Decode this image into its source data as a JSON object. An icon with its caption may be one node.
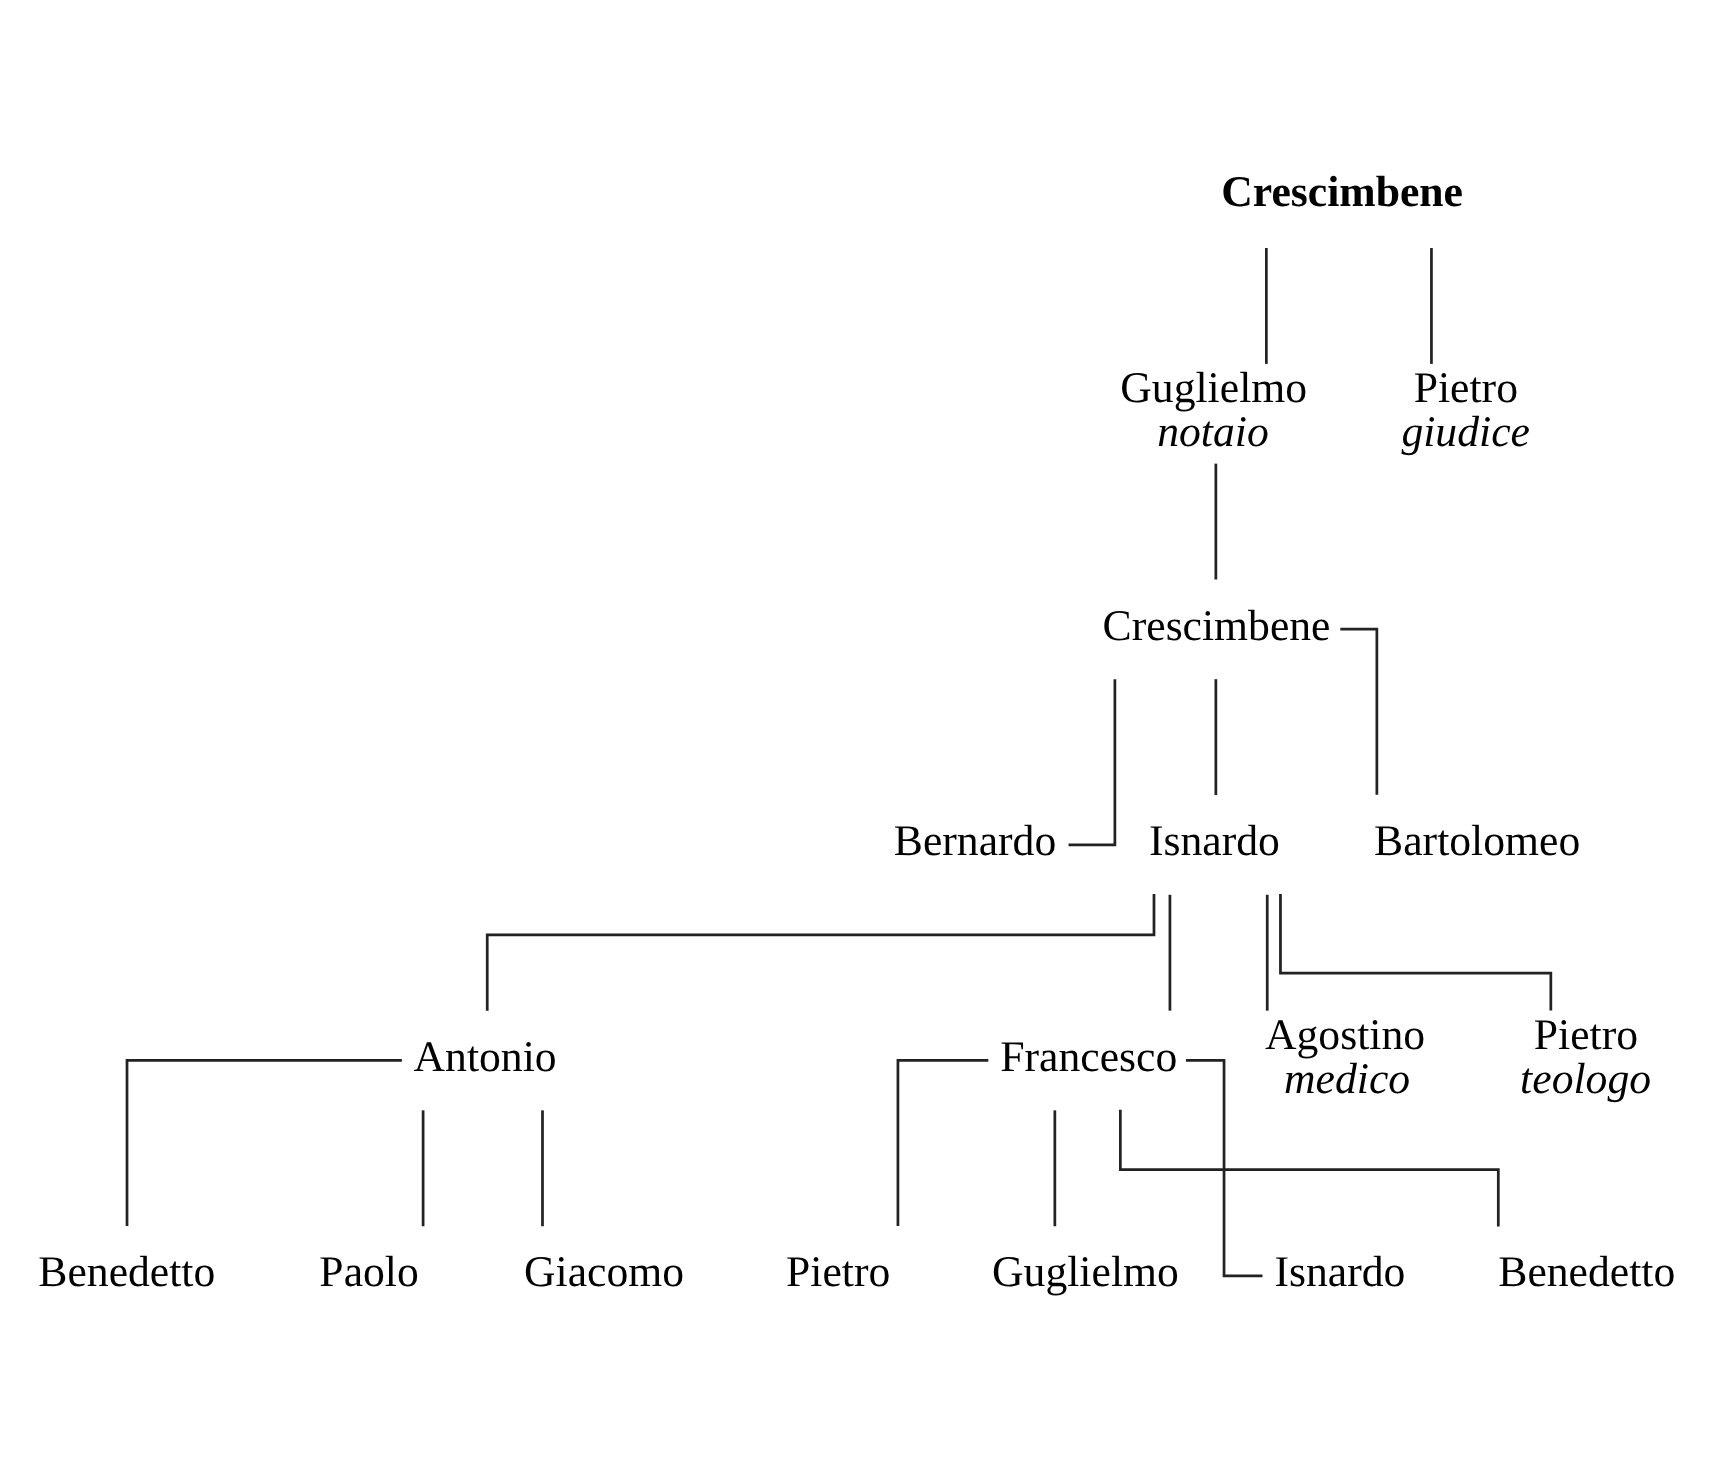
{
  "diagram": {
    "nodes": [
      {
        "text": [
          "Crescimbene"
        ]
      },
      {
        "text": [
          "Guglielmo",
          "notaio"
        ]
      },
      {
        "text": [
          "Pietro",
          "giudice"
        ]
      },
      {
        "text": [
          "Crescimbene"
        ]
      },
      {
        "text": [
          "Bernardo"
        ]
      },
      {
        "text": [
          "Isnardo"
        ]
      },
      {
        "text": [
          "Bartolomeo"
        ]
      },
      {
        "text": [
          "Antonio"
        ]
      },
      {
        "text": [
          "Francesco"
        ]
      },
      {
        "text": [
          "Agostino",
          "medico"
        ]
      },
      {
        "text": [
          "Pietro",
          "teologo"
        ]
      },
      {
        "text": [
          "Benedetto"
        ]
      },
      {
        "text": [
          "Paolo"
        ]
      },
      {
        "text": [
          "Giacomo"
        ]
      },
      {
        "text": [
          "Pietro"
        ]
      },
      {
        "text": [
          "Guglielmo"
        ]
      },
      {
        "text": [
          "Isnardo"
        ]
      },
      {
        "text": [
          "Benedetto"
        ]
      }
    ],
    "edges": [
      {
        "from": 0,
        "to": 1,
        "arrow": "none"
      },
      {
        "from": 0,
        "to": 2,
        "arrow": "none"
      },
      {
        "from": 1,
        "to": 3,
        "arrow": "none"
      },
      {
        "from": 3,
        "to": 4,
        "arrow": "none"
      },
      {
        "from": 3,
        "to": 5,
        "arrow": "none"
      },
      {
        "from": 3,
        "to": 6,
        "arrow": "none"
      },
      {
        "from": 5,
        "to": 7,
        "arrow": "none"
      },
      {
        "from": 5,
        "to": 8,
        "arrow": "none"
      },
      {
        "from": 5,
        "to": 9,
        "arrow": "none"
      },
      {
        "from": 5,
        "to": 10,
        "arrow": "none"
      },
      {
        "from": 7,
        "to": 11,
        "arrow": "none"
      },
      {
        "from": 7,
        "to": 12,
        "arrow": "none"
      },
      {
        "from": 7,
        "to": 13,
        "arrow": "none"
      },
      {
        "from": 8,
        "to": 14,
        "arrow": "none"
      },
      {
        "from": 8,
        "to": 15,
        "arrow": "none"
      },
      {
        "from": 8,
        "to": 16,
        "arrow": "none"
      },
      {
        "from": 8,
        "to": 17,
        "arrow": "none"
      }
    ]
  }
}
